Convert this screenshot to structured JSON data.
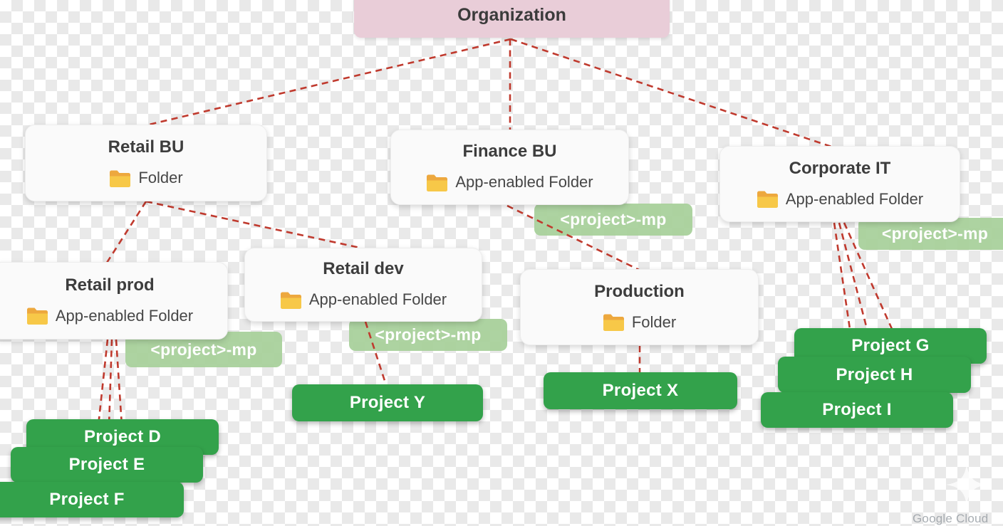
{
  "diagram": {
    "organization": {
      "label": "Organization"
    },
    "folders": {
      "retail_bu": {
        "title": "Retail BU",
        "subtitle": "Folder"
      },
      "finance_bu": {
        "title": "Finance BU",
        "subtitle": "App-enabled Folder",
        "tag": "<project>-mp"
      },
      "corporate_it": {
        "title": "Corporate IT",
        "subtitle": "App-enabled Folder",
        "tag": "<project>-mp"
      },
      "retail_prod": {
        "title": "Retail prod",
        "subtitle": "App-enabled Folder",
        "tag": "<project>-mp"
      },
      "retail_dev": {
        "title": "Retail dev",
        "subtitle": "App-enabled Folder",
        "tag": "<project>-mp"
      },
      "production": {
        "title": "Production",
        "subtitle": "Folder"
      }
    },
    "projects": {
      "d": {
        "label": "Project D"
      },
      "e": {
        "label": "Project E"
      },
      "f": {
        "label": "Project F"
      },
      "y": {
        "label": "Project Y"
      },
      "x": {
        "label": "Project X"
      },
      "g": {
        "label": "Project G"
      },
      "h": {
        "label": "Project H"
      },
      "i": {
        "label": "Project I"
      }
    },
    "watermark": {
      "label": "Google Cloud"
    },
    "colors": {
      "organization_bg": "#e9cdd8",
      "node_bg": "#fafafa",
      "project_green": "#33a24b",
      "tag_green": "#a9d19c",
      "connector_red": "#c03a2e",
      "checker_dark": "#e9e9e9",
      "checker_light": "#ffffff"
    }
  }
}
